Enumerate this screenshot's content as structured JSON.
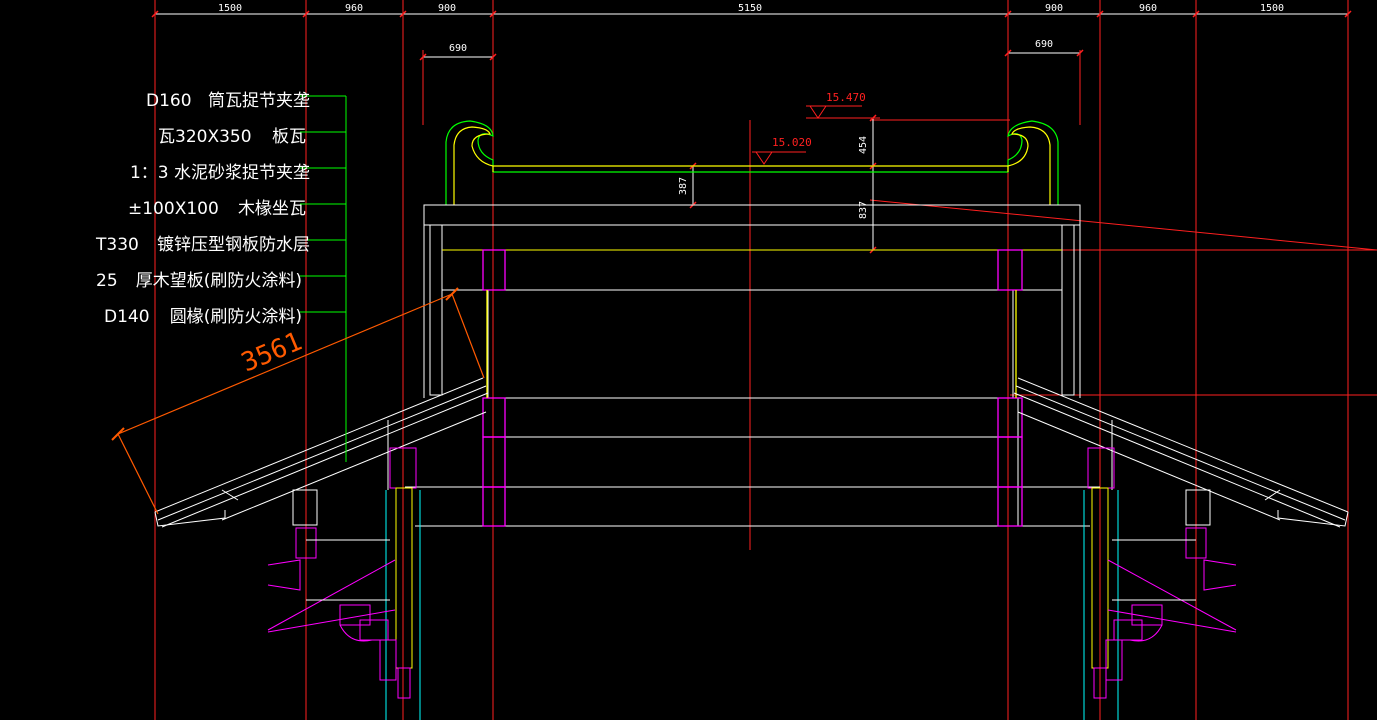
{
  "colors": {
    "background": "#000000",
    "axis_red": "#ff1f1f",
    "dimension": "#ffffff",
    "tile_yellow": "#ffff00",
    "structure_white": "#ffffff",
    "purlin_magenta": "#ff00ff",
    "leader_green": "#00ff00",
    "rafter_dim_orange": "#ff5a00",
    "column_cyan": "#00ffff"
  },
  "dimensions_top": [
    "1500",
    "960",
    "900",
    "5150",
    "900",
    "960",
    "1500"
  ],
  "dimensions_overhang": [
    "690",
    "690"
  ],
  "elevations": [
    "15.470",
    "15.020"
  ],
  "vertical_dimensions": [
    "454",
    "387",
    "837"
  ],
  "rafter_length": "3561",
  "callouts": [
    {
      "left": "D160",
      "right": "筒瓦捉节夹垄"
    },
    {
      "left": "瓦320X350",
      "right": "板瓦"
    },
    {
      "left": "1：3 水泥砂浆捉节夹垄",
      "right": ""
    },
    {
      "left": "±100X100",
      "right": "木椽坐瓦"
    },
    {
      "left": "T330",
      "right": "镀锌压型钢板防水层"
    },
    {
      "left": "25",
      "right": "厚木望板(刷防火涂料)"
    },
    {
      "left": "D140",
      "right": "圆椽(刷防火涂料)"
    }
  ]
}
